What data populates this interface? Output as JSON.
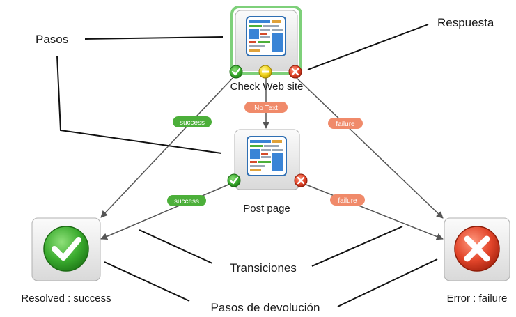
{
  "nodes": {
    "check_web_site": {
      "label": "Check Web site",
      "icon": "web-page-icon",
      "selected": true
    },
    "post_page": {
      "label": "Post page",
      "icon": "web-page-icon"
    },
    "resolved": {
      "label": "Resolved : success",
      "icon": "green-check-icon"
    },
    "error": {
      "label": "Error : failure",
      "icon": "red-x-icon"
    }
  },
  "transitions": {
    "check_success": "success",
    "check_no_text": "No Text",
    "check_failure": "failure",
    "post_success": "success",
    "post_failure": "failure"
  },
  "annotations": {
    "pasos": "Pasos",
    "respuesta": "Respuesta",
    "transiciones": "Transiciones",
    "pasos_devolucion": "Pasos de devolución"
  },
  "colors": {
    "success": "#4caf3a",
    "failure": "#f08a6a",
    "no_text": "#f08a6a",
    "selection": "#7ed07a",
    "arrow": "#555555"
  }
}
